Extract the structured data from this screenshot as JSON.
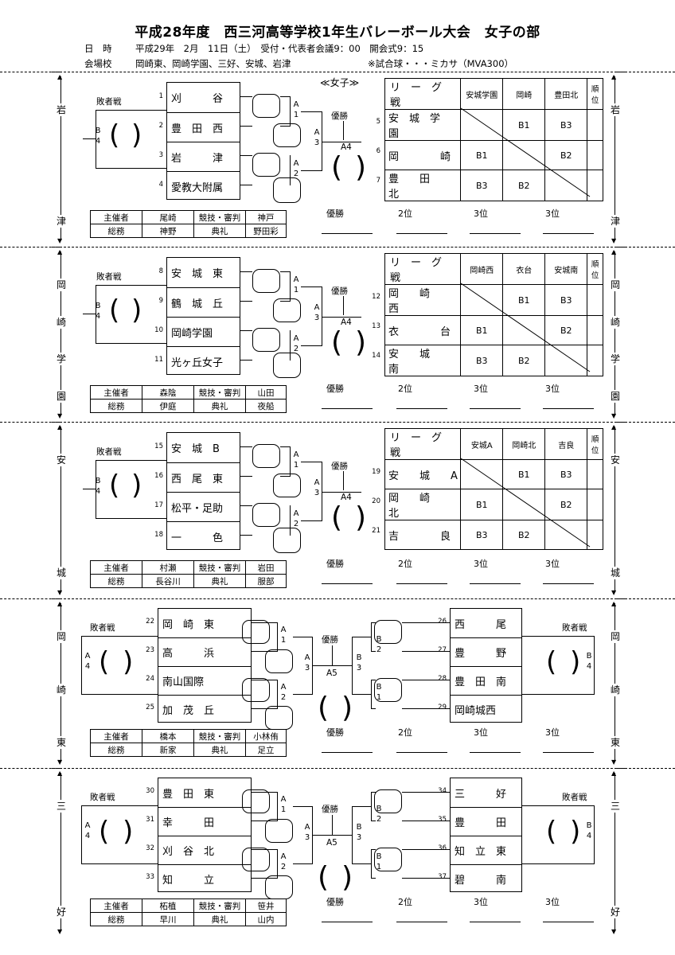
{
  "header": {
    "title": "平成28年度　西三河高等学校1年生バレーボール大会　女子の部",
    "date_label": "日　時",
    "date_value": "平成29年　2月　11日（土）　受付・代表者会議9：00　開会式9：15",
    "venue_label": "会場校",
    "venue_value": "岡崎東、岡崎学園、三好、安城、岩津",
    "ball_note": "※試合球・・・ミカサ（MVA300）"
  },
  "labels": {
    "girls": "≪女子≫",
    "consolation": "敗者戦",
    "champion": "優勝",
    "league": "リ　ー　グ　戦",
    "rank_col": "順位",
    "rank_1": "優勝",
    "rank_2": "2位",
    "rank_3a": "3位",
    "rank_3b": "3位",
    "org_host": "主催者",
    "org_referee": "競技・審判",
    "org_general": "総務",
    "org_ceremony": "典礼"
  },
  "sections": [
    {
      "venue": [
        "岩",
        "津"
      ],
      "teams": [
        {
          "no": "1",
          "name": "刈　　　谷"
        },
        {
          "no": "2",
          "name": "豊　田　西"
        },
        {
          "no": "3",
          "name": "岩　　　津"
        },
        {
          "no": "4",
          "name": "愛教大附属"
        }
      ],
      "league": {
        "header": [
          "安城学園",
          "岡崎",
          "豊田北"
        ],
        "rows": [
          {
            "no": "5",
            "name": "安　城　学　園",
            "cells": [
              "",
              "B1",
              "B3"
            ]
          },
          {
            "no": "6",
            "name": "岡　　　　崎",
            "cells": [
              "B1",
              "",
              "B2"
            ]
          },
          {
            "no": "7",
            "name": "豊　　田　　北",
            "cells": [
              "B3",
              "B2",
              ""
            ]
          }
        ]
      },
      "officials": {
        "host": "尾崎",
        "referee": "神戸",
        "general": "神野",
        "ceremony": "野田彩"
      }
    },
    {
      "venue": [
        "岡",
        "崎",
        "学",
        "園"
      ],
      "teams": [
        {
          "no": "8",
          "name": "安　城　東"
        },
        {
          "no": "9",
          "name": "鶴　城　丘"
        },
        {
          "no": "10",
          "name": "岡崎学園"
        },
        {
          "no": "11",
          "name": "光ヶ丘女子"
        }
      ],
      "league": {
        "header": [
          "岡崎西",
          "衣台",
          "安城南"
        ],
        "rows": [
          {
            "no": "12",
            "name": "岡　　崎　　西",
            "cells": [
              "",
              "B1",
              "B3"
            ]
          },
          {
            "no": "13",
            "name": "衣　　　　台",
            "cells": [
              "B1",
              "",
              "B2"
            ]
          },
          {
            "no": "14",
            "name": "安　　城　　南",
            "cells": [
              "B3",
              "B2",
              ""
            ]
          }
        ]
      },
      "officials": {
        "host": "森陰",
        "referee": "山田",
        "general": "伊庭",
        "ceremony": "夜船"
      }
    },
    {
      "venue": [
        "安",
        "城"
      ],
      "teams": [
        {
          "no": "15",
          "name": "安　城　B"
        },
        {
          "no": "16",
          "name": "西　尾　東"
        },
        {
          "no": "17",
          "name": "松平・足助"
        },
        {
          "no": "18",
          "name": "一　　　色"
        }
      ],
      "league": {
        "header": [
          "安城A",
          "岡崎北",
          "吉良"
        ],
        "rows": [
          {
            "no": "19",
            "name": "安　　城　　A",
            "cells": [
              "",
              "B1",
              "B3"
            ]
          },
          {
            "no": "20",
            "name": "岡　　崎　　北",
            "cells": [
              "B1",
              "",
              "B2"
            ]
          },
          {
            "no": "21",
            "name": "吉　　　　良",
            "cells": [
              "B3",
              "B2",
              ""
            ]
          }
        ]
      },
      "officials": {
        "host": "村瀬",
        "referee": "岩田",
        "general": "長谷川",
        "ceremony": "服部"
      }
    },
    {
      "venue": [
        "岡",
        "崎",
        "東"
      ],
      "teams_left": [
        {
          "no": "22",
          "name": "岡　崎　東"
        },
        {
          "no": "23",
          "name": "高　　　浜"
        },
        {
          "no": "24",
          "name": "南山国際"
        },
        {
          "no": "25",
          "name": "加　茂　丘"
        }
      ],
      "teams_right": [
        {
          "no": "26",
          "name": "西　　　尾"
        },
        {
          "no": "27",
          "name": "豊　　　野"
        },
        {
          "no": "28",
          "name": "豊　田　南"
        },
        {
          "no": "29",
          "name": "岡崎城西"
        }
      ],
      "officials": {
        "host": "橋本",
        "referee": "小林侑",
        "general": "新家",
        "ceremony": "足立"
      }
    },
    {
      "venue": [
        "三",
        "好"
      ],
      "teams_left": [
        {
          "no": "30",
          "name": "豊　田　東"
        },
        {
          "no": "31",
          "name": "幸　　　田"
        },
        {
          "no": "32",
          "name": "刈　谷　北"
        },
        {
          "no": "33",
          "name": "知　　　立"
        }
      ],
      "teams_right": [
        {
          "no": "34",
          "name": "三　　　好"
        },
        {
          "no": "35",
          "name": "豊　　　田"
        },
        {
          "no": "36",
          "name": "知　立　東"
        },
        {
          "no": "37",
          "name": "碧　　　南"
        }
      ],
      "officials": {
        "host": "柘植",
        "referee": "笹井",
        "general": "早川",
        "ceremony": "山内"
      }
    }
  ]
}
